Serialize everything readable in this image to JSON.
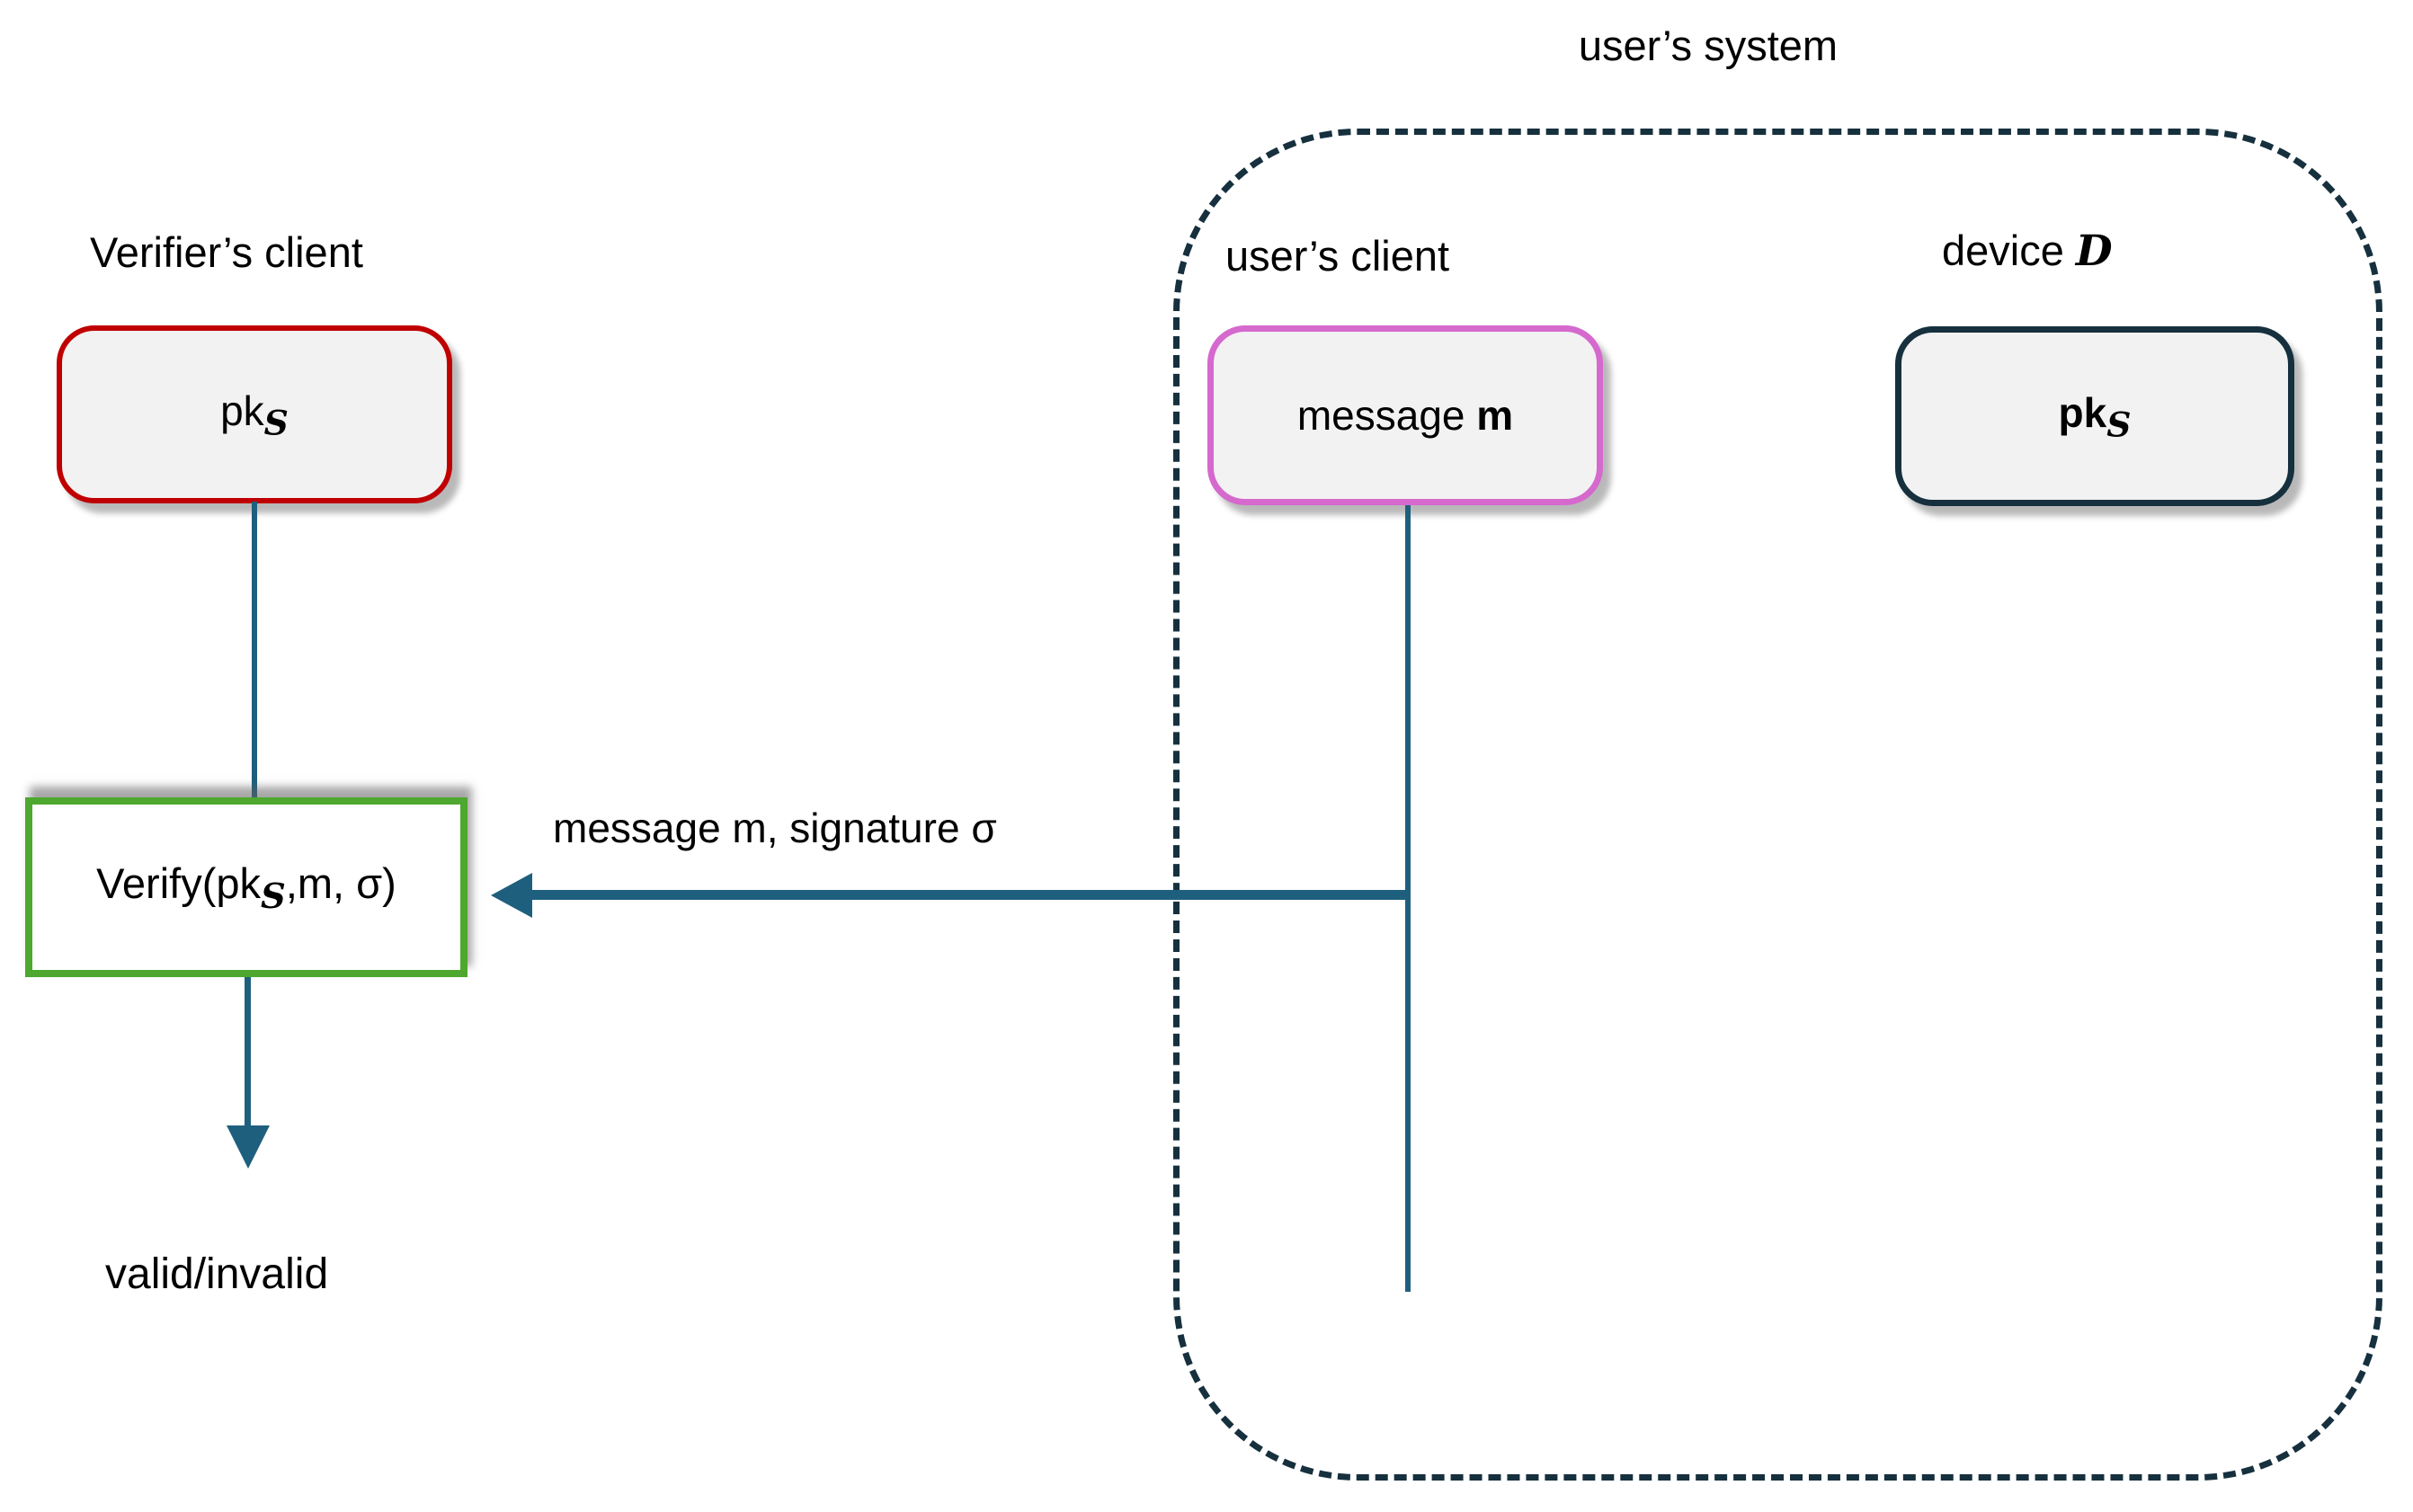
{
  "diagram": {
    "colors": {
      "teal": "#1E5F7E",
      "dark_navy": "#16303E",
      "red": "#C00000",
      "pink": "#D569CE",
      "green": "#4EA72E",
      "box_fill": "#F2F2F2",
      "text": "#000000",
      "bg": "#FFFFFF"
    },
    "verifier": {
      "label": "Verifier’s client",
      "pk_box": {
        "base": "pk",
        "sub": "S"
      }
    },
    "users_system": {
      "label": "user’s system",
      "users_client": {
        "label": "user’s client",
        "message_box": {
          "base": "message ",
          "emph": "m"
        }
      },
      "device": {
        "label_prefix": "device ",
        "label_script": "D",
        "pk_box": {
          "base": "pk",
          "sub": "S"
        }
      }
    },
    "verify_box": {
      "pre": "Verify(pk",
      "sub": "S",
      "post": ",m, σ)"
    },
    "message_arrow_label": "message m, signature σ",
    "result_label": "valid/invalid"
  }
}
